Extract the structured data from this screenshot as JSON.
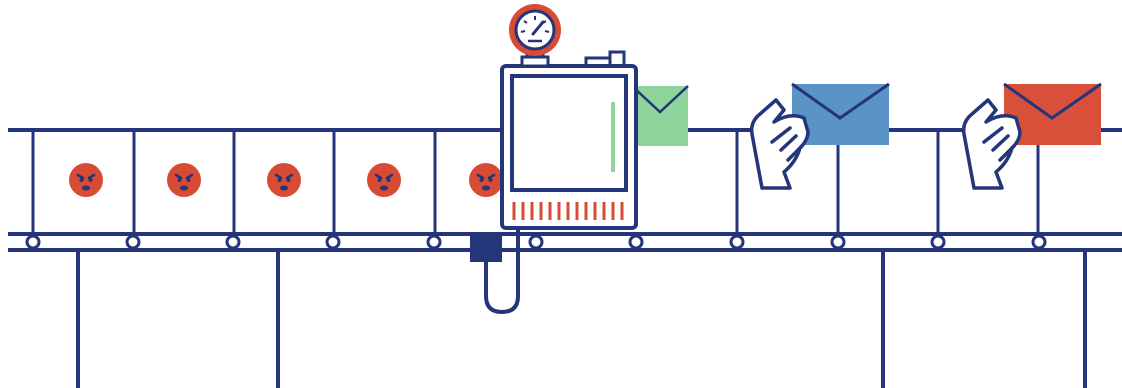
{
  "illustration": {
    "subject": "conveyor-belt-machine",
    "icons": {
      "boxes_face": "angry-face-icon",
      "gauge": "pressure-gauge-icon",
      "envelope": "envelope-icon",
      "hand": "hand-icon"
    },
    "colors": {
      "line": "#24357a",
      "angry_face": "#d84b34",
      "envelope_green": "#8fd49a",
      "envelope_blue": "#5a93c6",
      "envelope_red": "#d8503a",
      "machine_screen_bar": "#8fd49a",
      "machine_vent": "#d84b34",
      "gauge_ring": "#d84b34",
      "background": "#ffffff"
    },
    "counts": {
      "angry_boxes": 5,
      "envelopes": 3,
      "rollers": 11
    }
  }
}
